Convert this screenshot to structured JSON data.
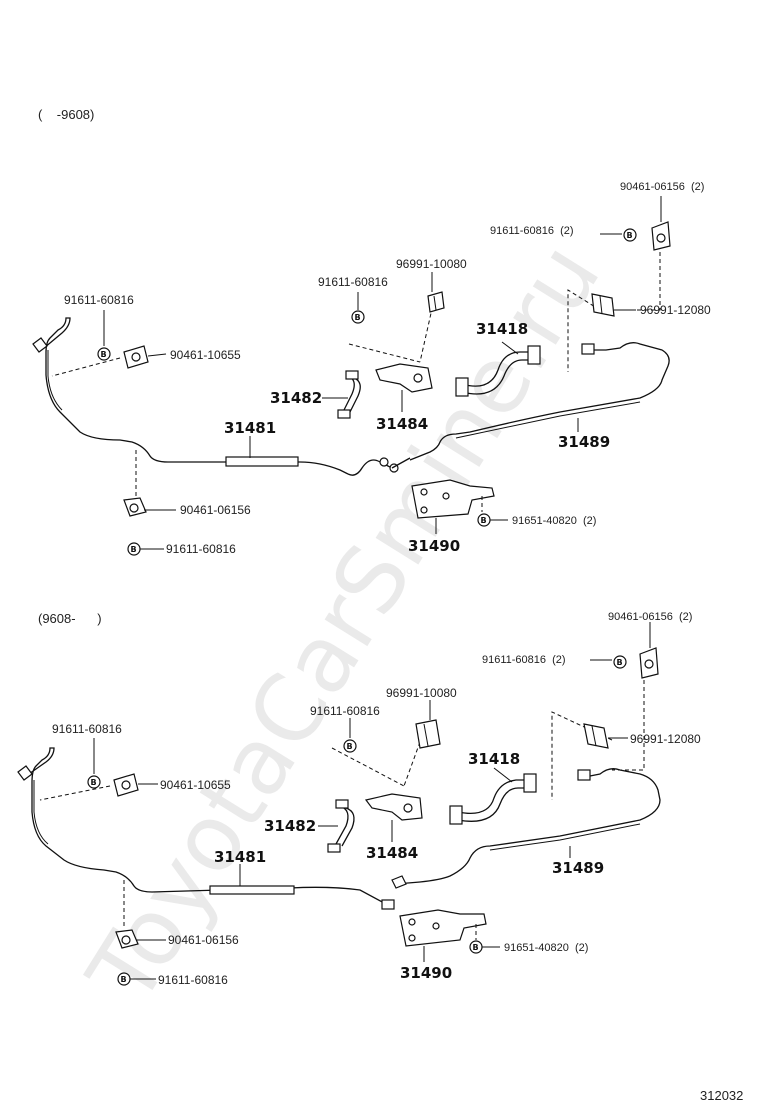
{
  "watermark": "ToyotaCarSmine.ru",
  "document_number": "312032",
  "sections": [
    {
      "range_label": "(    -9608)",
      "labels": {
        "b_91611_top_right": "91611-60816  (2)",
        "n_90461_top_right": "90461-06156  (2)",
        "n_96991_12080": "96991-12080",
        "n_96991_10080": "96991-10080",
        "b_91611_mid": "91611-60816",
        "b_91611_left": "91611-60816",
        "n_90461_10655": "90461-10655",
        "p_31418": "31418",
        "p_31482": "31482",
        "p_31484": "31484",
        "p_31481": "31481",
        "p_31489": "31489",
        "n_90461_06156": "90461-06156",
        "b_91611_bottom": "91611-60816",
        "b_91651": "91651-40820  (2)",
        "p_31490": "31490"
      }
    },
    {
      "range_label": "(9608-      )",
      "labels": {
        "b_91611_top_right": "91611-60816  (2)",
        "n_90461_top_right": "90461-06156  (2)",
        "n_96991_12080": "96991-12080",
        "n_96991_10080": "96991-10080",
        "b_91611_mid": "91611-60816",
        "b_91611_left": "91611-60816",
        "n_90461_10655": "90461-10655",
        "p_31418": "31418",
        "p_31482": "31482",
        "p_31484": "31484",
        "p_31481": "31481",
        "p_31489": "31489",
        "n_90461_06156": "90461-06156",
        "b_91611_bottom": "91611-60816",
        "b_91651": "91651-40820  (2)",
        "p_31490": "31490"
      }
    }
  ],
  "bolt_marker_letter": "B",
  "colors": {
    "line": "#111111",
    "watermark": "#d9d9d9",
    "background": "#ffffff"
  }
}
